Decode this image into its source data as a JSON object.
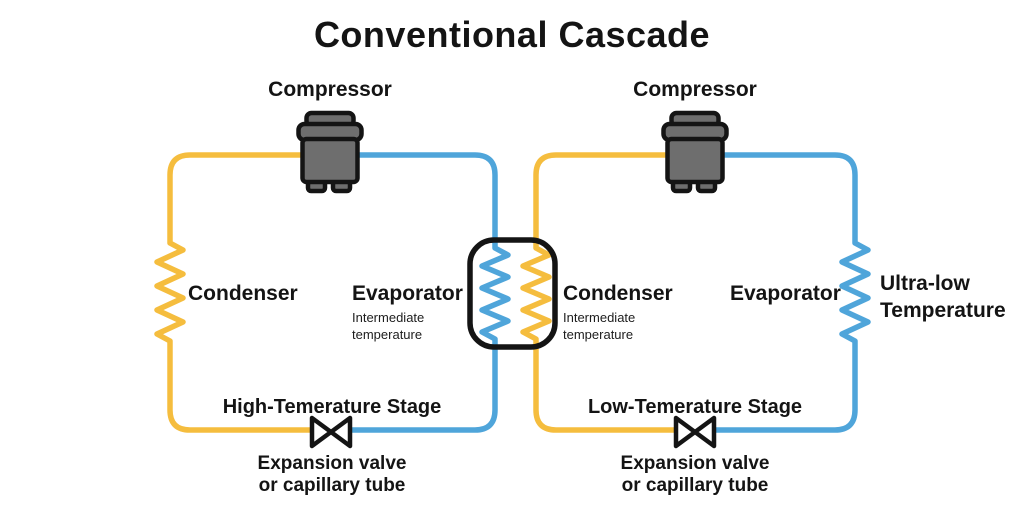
{
  "title": "Conventional Cascade",
  "colors": {
    "warm_line": "#F5BD3E",
    "cold_line": "#4FA5DA",
    "outline": "#141414",
    "compressor_fill": "#6E6E6E",
    "background": "#FFFFFF"
  },
  "left_stage": {
    "compressor_label": "Compressor",
    "condenser_label": "Condenser",
    "evaporator_label": "Evaporator",
    "evaporator_note_line1": "Intermediate",
    "evaporator_note_line2": "temperature",
    "stage_label": "High-Temerature Stage",
    "expansion_line1": "Expansion valve",
    "expansion_line2": "or capillary tube"
  },
  "right_stage": {
    "compressor_label": "Compressor",
    "condenser_label": "Condenser",
    "condenser_note_line1": "Intermediate",
    "condenser_note_line2": "temperature",
    "evaporator_label": "Evaporator",
    "ultra_low_line1": "Ultra-low",
    "ultra_low_line2": "Temperature",
    "stage_label": "Low-Temerature Stage",
    "expansion_line1": "Expansion valve",
    "expansion_line2": "or capillary tube"
  }
}
